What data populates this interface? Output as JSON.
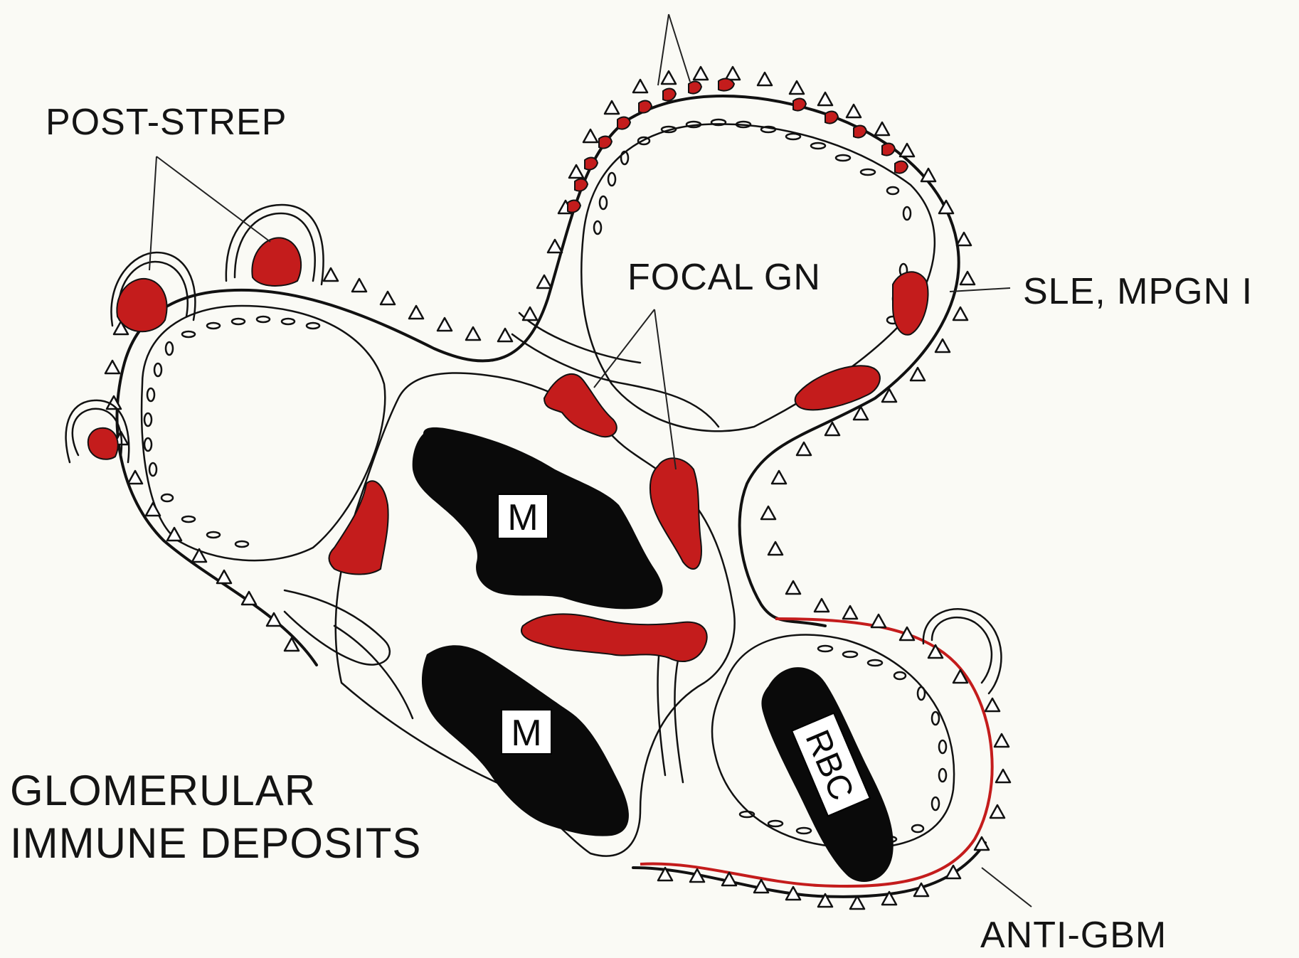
{
  "labels": {
    "post_strep": "POST-STREP",
    "focal_gn": "FOCAL GN",
    "sle_mpgn": "SLE, MPGN I",
    "anti_gbm": "ANTI-GBM",
    "title_line1": "GLOMERULAR",
    "title_line2": "IMMUNE DEPOSITS",
    "mesangial_cell": "M",
    "red_blood_cell": "RBC"
  },
  "colors": {
    "background": "#fafaf5",
    "deposit": "#c41c1c",
    "ink": "#111111",
    "anti_gbm_line": "#c41c1c"
  }
}
